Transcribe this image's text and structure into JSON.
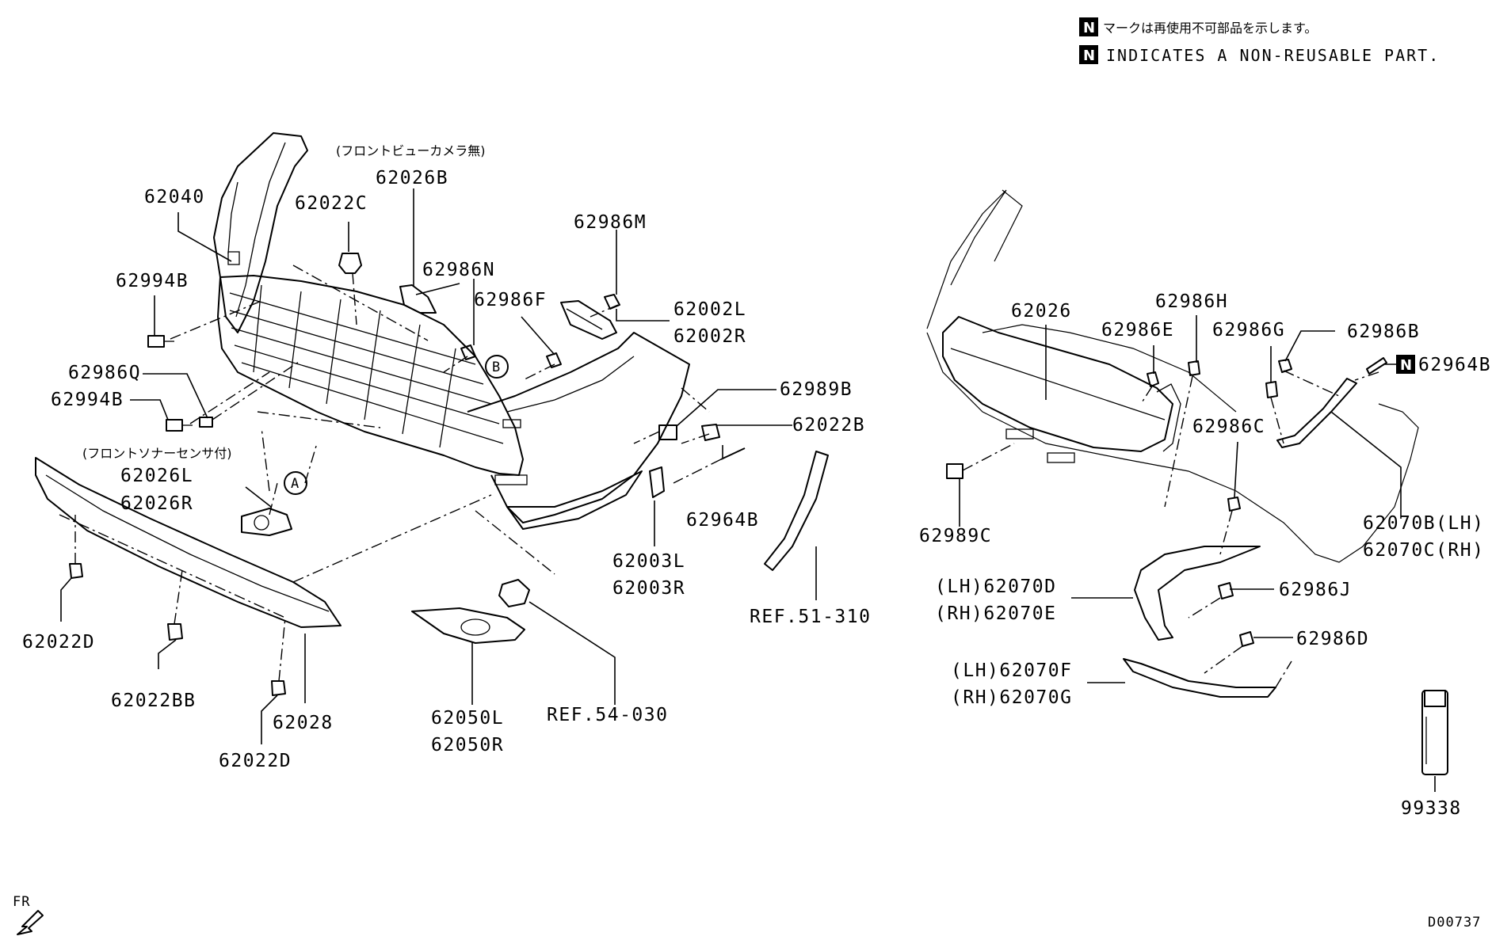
{
  "notes": {
    "n_mark": "N",
    "jp": "マークは再使用不可部品を示します。",
    "en": "INDICATES A NON-REUSABLE PART."
  },
  "captions": {
    "no_front_camera": "(フロントビューカメラ無)",
    "with_front_sonar": "(フロントソナーセンサ付)"
  },
  "circle_labels": {
    "a": "A",
    "b": "B"
  },
  "labels": {
    "p62040": "62040",
    "p62022C": "62022C",
    "p62026B": "62026B",
    "p62986M": "62986M",
    "p62994B_top": "62994B",
    "p62986N": "62986N",
    "p62986F": "62986F",
    "p62002L": "62002L",
    "p62002R": "62002R",
    "p62986Q": "62986Q",
    "p62994B_mid": "62994B",
    "p62989B": "62989B",
    "p62022B": "62022B",
    "p62026L": "62026L",
    "p62026R": "62026R",
    "p62964B_left": "62964B",
    "p62003L": "62003L",
    "p62003R": "62003R",
    "p62022D_left": "62022D",
    "p62022BB": "62022BB",
    "p62028": "62028",
    "p62022D_bottom": "62022D",
    "p62050L": "62050L",
    "p62050R": "62050R",
    "ref54": "REF.54-030",
    "ref51": "REF.51-310",
    "p62026": "62026",
    "p62986H": "62986H",
    "p62986E": "62986E",
    "p62986G": "62986G",
    "p62986B": "62986B",
    "p62964B_right": "62964B",
    "p62986C": "62986C",
    "p62989C": "62989C",
    "p62070B": "62070B(LH)",
    "p62070C": "62070C(RH)",
    "p62070D": "(LH)62070D",
    "p62070E": "(RH)62070E",
    "p62986J": "62986J",
    "p62986D": "62986D",
    "p62070F": "(LH)62070F",
    "p62070G": "(RH)62070G",
    "p99338": "99338"
  },
  "fr_label": "FR",
  "diagram_code": "D00737"
}
